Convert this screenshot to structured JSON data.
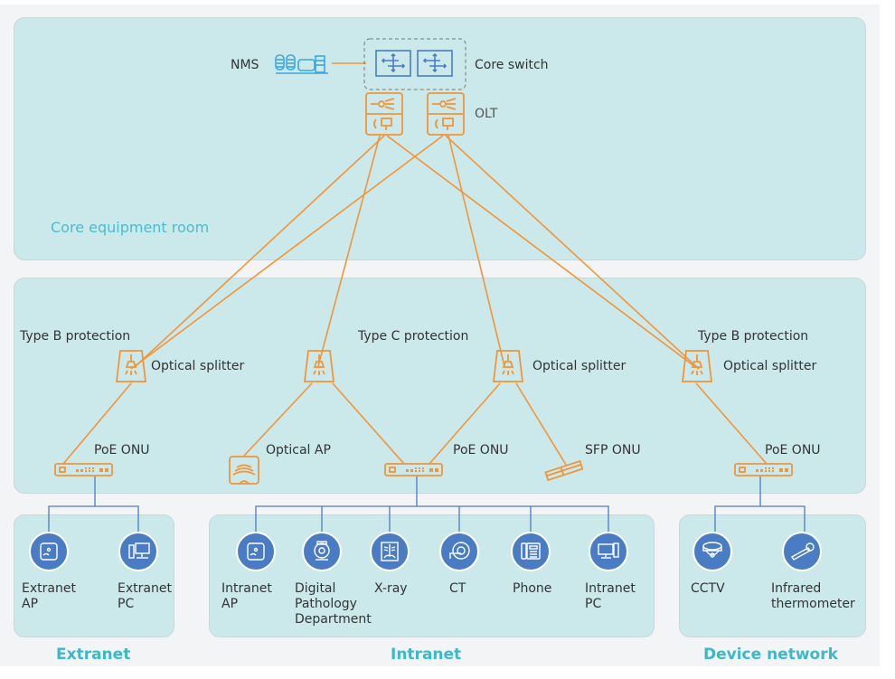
{
  "zones": {
    "core": "Core equipment room",
    "extranet": "Extranet",
    "intranet": "Intranet",
    "device": "Device network"
  },
  "core": {
    "nms": "NMS",
    "core_switch": "Core switch",
    "olt": "OLT"
  },
  "distribution": {
    "protection_left": "Type B protection",
    "protection_center": "Type C protection",
    "protection_right": "Type B protection",
    "splitter_1": "Optical splitter",
    "splitter_3": "Optical splitter",
    "splitter_4": "Optical splitter",
    "onu_left": "PoE ONU",
    "optical_ap": "Optical AP",
    "onu_center": "PoE ONU",
    "sfp_onu": "SFP ONU",
    "onu_right": "PoE ONU"
  },
  "extranet_devices": [
    {
      "label_1": "Extranet",
      "label_2": "AP",
      "icon": "access-point-icon"
    },
    {
      "label_1": "Extranet",
      "label_2": "PC",
      "icon": "desktop-pc-icon"
    }
  ],
  "intranet_devices": [
    {
      "label_1": "Intranet",
      "label_2": "AP",
      "label_3": "",
      "icon": "access-point-icon"
    },
    {
      "label_1": "Digital",
      "label_2": "Pathology",
      "label_3": "Department",
      "icon": "pathology-scanner-icon"
    },
    {
      "label_1": "X-ray",
      "label_2": "",
      "label_3": "",
      "icon": "x-ray-icon"
    },
    {
      "label_1": "CT",
      "label_2": "",
      "label_3": "",
      "icon": "ct-scanner-icon"
    },
    {
      "label_1": "Phone",
      "label_2": "",
      "label_3": "",
      "icon": "phone-icon"
    },
    {
      "label_1": "Intranet",
      "label_2": "PC",
      "label_3": "",
      "icon": "desktop-pc-icon"
    }
  ],
  "device_network_devices": [
    {
      "label_1": "CCTV",
      "label_2": "",
      "icon": "cctv-camera-icon"
    },
    {
      "label_1": "Infrared",
      "label_2": "thermometer",
      "icon": "infrared-thermometer-icon"
    }
  ],
  "colors": {
    "fiber": "#f0953a",
    "ethernet": "#4a7cc4",
    "panel": "#cbe8eb",
    "zone_title": "#3cb8c8"
  }
}
